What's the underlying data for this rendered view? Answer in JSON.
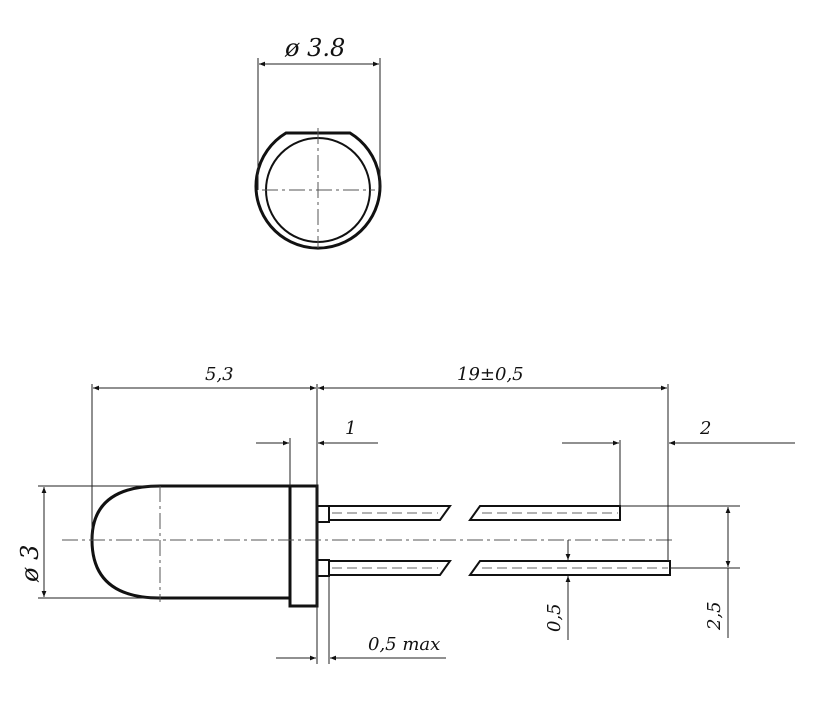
{
  "dimensions": {
    "lens_diameter_top": "ø 3.8",
    "body_length": "5,3",
    "lead_length": "19±0,5",
    "flange_thickness": "1",
    "lead_end": "2",
    "body_diameter": "ø 3",
    "lead_width": "0,5",
    "lead_spacing": "2,5",
    "flange_offset": "0,5 max"
  }
}
